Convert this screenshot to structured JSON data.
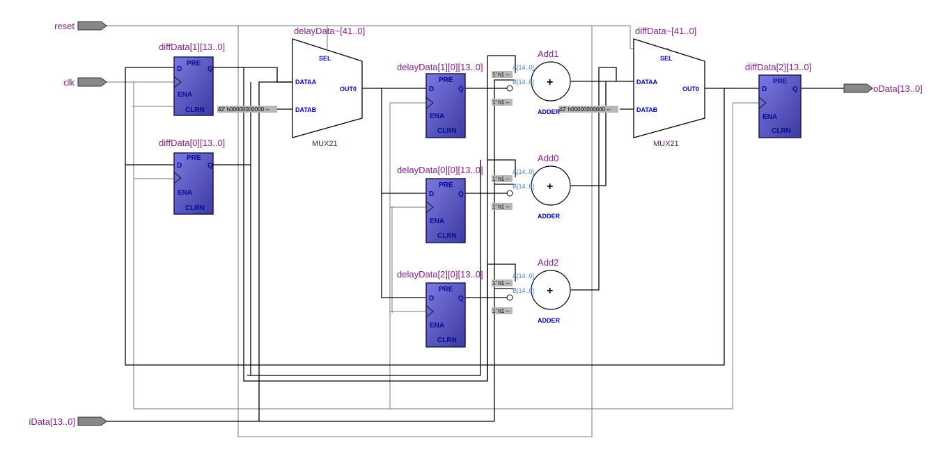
{
  "ports": {
    "reset": "reset",
    "clk": "clk",
    "idata": "iData[13..0]",
    "odata": "oData[13..0]"
  },
  "registers": [
    {
      "id": "diff1",
      "name": "diffData[1][13..0]"
    },
    {
      "id": "diff0",
      "name": "diffData[0][13..0]"
    },
    {
      "id": "delay10",
      "name": "delayData[1][0][13..0]"
    },
    {
      "id": "delay00",
      "name": "delayData[0][0][13..0]"
    },
    {
      "id": "delay20",
      "name": "delayData[2][0][13..0]"
    },
    {
      "id": "diff2",
      "name": "diffData[2][13..0]"
    }
  ],
  "register_pins": {
    "pre": "PRE",
    "d": "D",
    "q": "Q",
    "ena": "ENA",
    "clrn": "CLRN"
  },
  "muxes": [
    {
      "id": "mux1",
      "name": "delayData~[41..0]",
      "type": "MUX21",
      "const": "42' h00000000000 --"
    },
    {
      "id": "mux2",
      "name": "diffData~[41..0]",
      "type": "MUX21",
      "const": "42' h00000000000 --"
    }
  ],
  "mux_pins": {
    "sel": "SEL",
    "dataa": "DATAA",
    "datab": "DATAB",
    "out": "OUT0"
  },
  "adders": [
    {
      "id": "add1",
      "name": "Add1"
    },
    {
      "id": "add0",
      "name": "Add0"
    },
    {
      "id": "add2",
      "name": "Add2"
    }
  ],
  "adder_pins": {
    "a": "A[14..0]",
    "b": "B[14..0]",
    "type": "ADDER",
    "symbol": "+"
  },
  "adder_const": "1' h1 --",
  "colors": {
    "register_fill": "#5a5ac8",
    "wire": "#000000",
    "label": "#8b1c8b",
    "pin_text": "#0000cc"
  }
}
